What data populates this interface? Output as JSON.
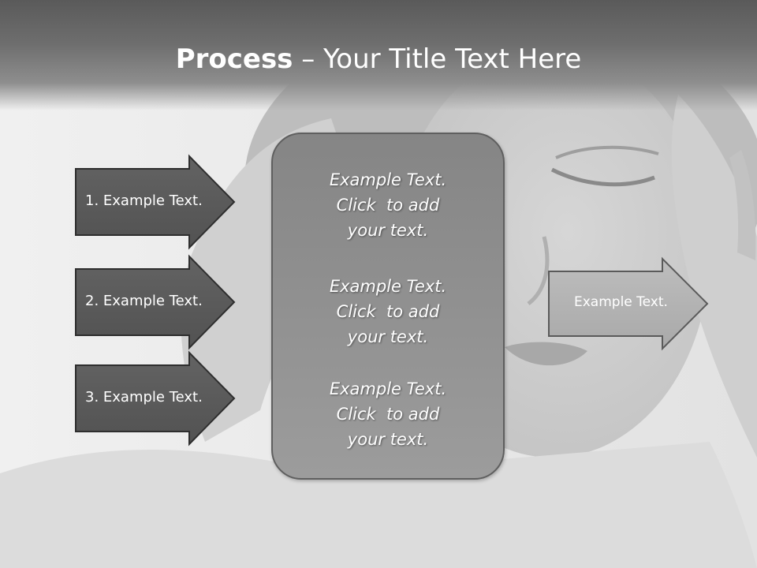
{
  "slide": {
    "title_bold": "Process",
    "title_rest": " – Your Title Text Here"
  },
  "left_arrows": [
    {
      "label": "1. Example Text."
    },
    {
      "label": "2. Example Text."
    },
    {
      "label": "3. Example Text."
    }
  ],
  "center_panel": {
    "blocks": [
      {
        "lines": [
          "Example Text.",
          "Click  to add",
          "your text."
        ]
      },
      {
        "lines": [
          "Example Text.",
          "Click  to add",
          "your text."
        ]
      },
      {
        "lines": [
          "Example Text.",
          "Click  to add",
          "your text."
        ]
      }
    ]
  },
  "right_arrow": {
    "label": "Example Text."
  },
  "colors": {
    "dark_arrow": "#5c5c5c",
    "light_arrow": "#b3b3b3",
    "panel": "#8f8f8f",
    "title_band": "#6e6e6e"
  }
}
